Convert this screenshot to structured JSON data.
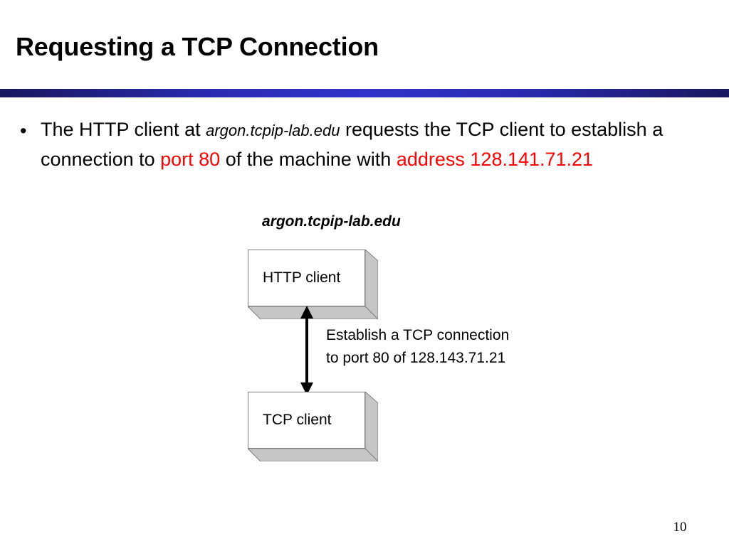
{
  "slide": {
    "title": "Requesting a TCP Connection",
    "page_number": "10",
    "accent_color_dark": "#171761",
    "accent_color_bright": "#3333cc",
    "highlight_color": "#ff0000"
  },
  "bullet": {
    "marker": "•",
    "line1_part1": "The HTTP client at ",
    "hostname": "argon.tcpip-lab.edu",
    "line1_part2": " requests the TCP client to establish a connection to ",
    "port_highlight": "port 80",
    "line2_part": " of the machine with ",
    "address_label": "address",
    "address_value": "128.141.71.21"
  },
  "diagram": {
    "host_label": "argon.tcpip-lab.edu",
    "boxes": [
      {
        "id": "http-client",
        "label": "HTTP client"
      },
      {
        "id": "tcp-client",
        "label": "TCP client"
      }
    ],
    "connector": {
      "icon": "double-headed-vertical-arrow",
      "annotation_line1": "Establish a TCP connection",
      "annotation_line2": "to port 80 of 128.143.71.21"
    }
  }
}
